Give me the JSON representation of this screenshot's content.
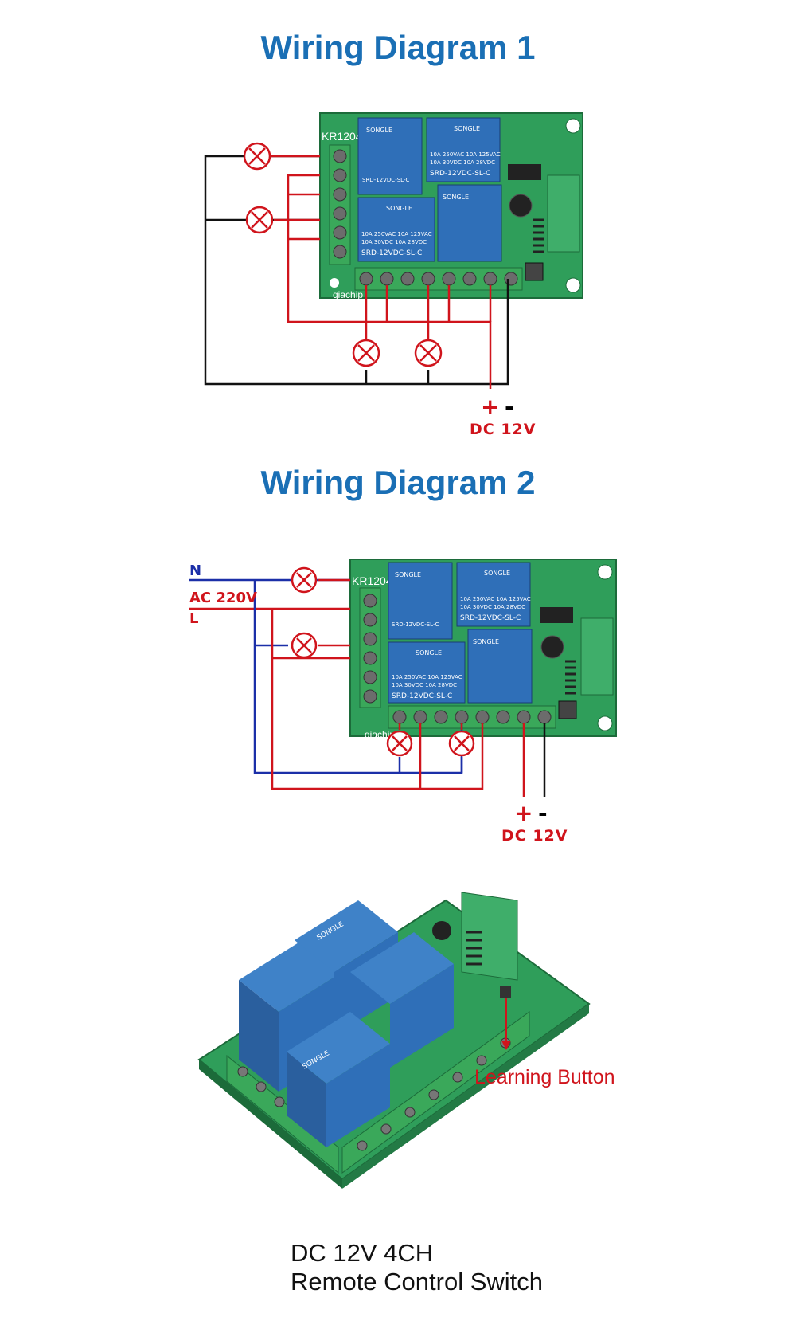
{
  "diagram1": {
    "title": "Wiring Diagram 1",
    "board_model": "KR1204",
    "board_brand": "qiachip",
    "plus": "+",
    "minus": "-",
    "dc_label": "DC 12V"
  },
  "diagram2": {
    "title": "Wiring Diagram 2",
    "board_model": "KR1204",
    "board_brand": "qiachip",
    "n_label": "N",
    "ac_label": "AC 220V",
    "l_label": "L",
    "plus": "+",
    "minus": "-",
    "dc_label": "DC 12V"
  },
  "product": {
    "learning_button_label": "Learning Button",
    "caption_line1": "DC 12V 4CH",
    "caption_line2": "Remote Control Switch",
    "board_brand": "qiachip"
  },
  "relay": {
    "brand": "SONGLE",
    "rating1": "10A 250VAC  10A 125VAC",
    "rating2": "10A 30VDC  10A 28VDC",
    "model": "SRD-12VDC-SL-C"
  },
  "colors": {
    "title": "#1a6fb5",
    "wire_red": "#d0141c",
    "wire_black": "#111111",
    "wire_blue": "#1b2fa8",
    "pcb": "#2f9e5a",
    "relay": "#2f6fb8",
    "terminal": "#3aa85a"
  }
}
